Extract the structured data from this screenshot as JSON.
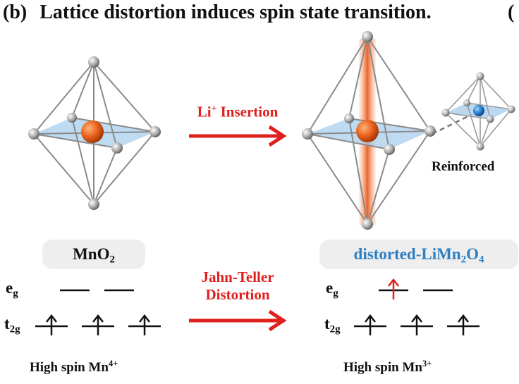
{
  "title": {
    "tag": "(b)",
    "text": "Lattice distortion induces spin state transition.",
    "clipped": "("
  },
  "arrow_top": {
    "label_main": "Li",
    "label_sup": "+",
    "label_rest": " Insertion"
  },
  "arrow_bottom": {
    "line1": "Jahn-Teller",
    "line2": "Distortion"
  },
  "inset_label": "Reinforced",
  "left": {
    "compound": {
      "a": "MnO",
      "b": "2"
    },
    "eg": {
      "main": "e",
      "sub": "g"
    },
    "t2g": {
      "main": "t",
      "sub": "2g"
    },
    "caption": {
      "main": "High spin Mn",
      "sup": "4+"
    }
  },
  "right": {
    "compound": {
      "a": "distorted-LiMn",
      "b": "2",
      "c": "O",
      "d": "4"
    },
    "eg": {
      "main": "e",
      "sub": "g"
    },
    "t2g": {
      "main": "t",
      "sub": "2g"
    },
    "caption": {
      "main": "High spin Mn",
      "sup": "3+"
    }
  },
  "colors": {
    "accent_red": "#e0201e",
    "accent_blue": "#2e7fc0",
    "mn_orange": "#e8601a",
    "plane_blue": "#a9cfee"
  }
}
